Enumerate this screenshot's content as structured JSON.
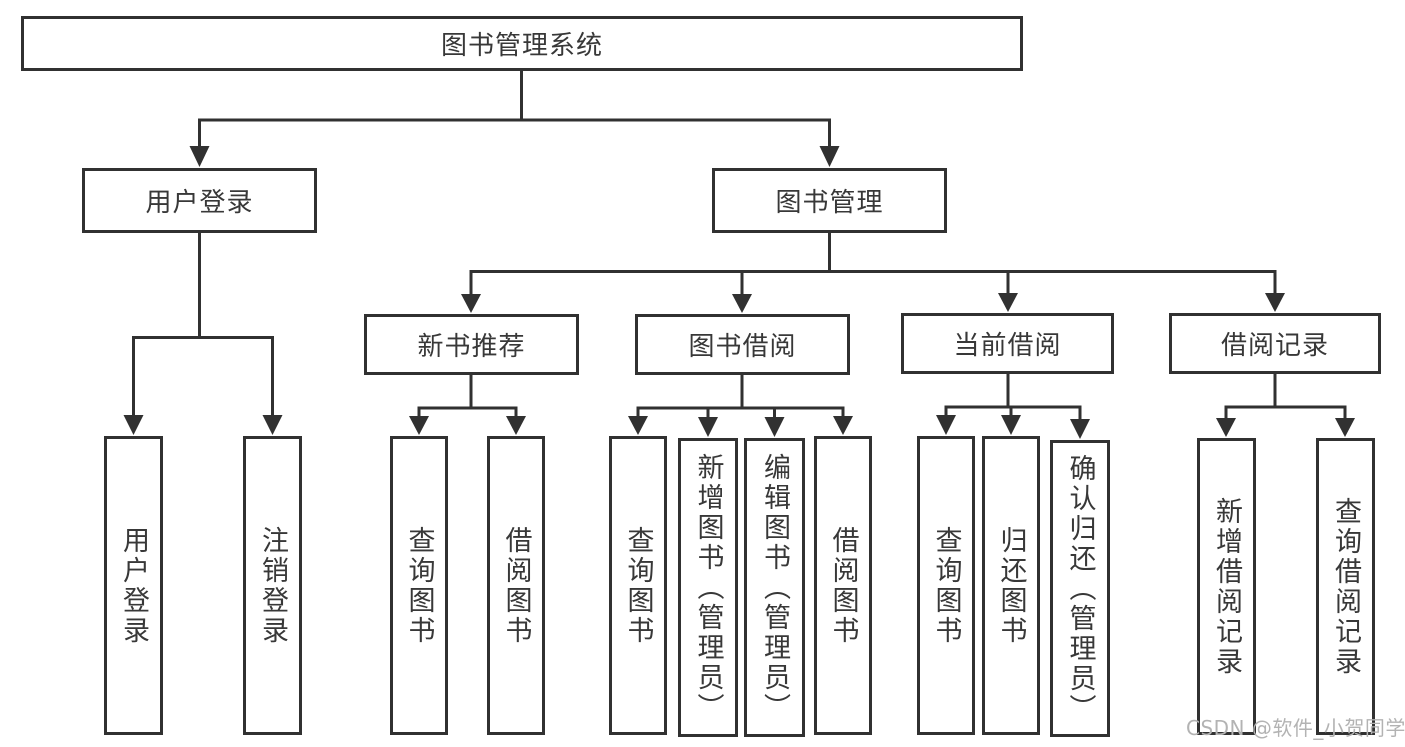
{
  "tree": {
    "root": {
      "label": "图书管理系统"
    },
    "branches": [
      {
        "label": "用户登录",
        "children": [
          {
            "label": "用户登录"
          },
          {
            "label": "注销登录"
          }
        ]
      },
      {
        "label": "图书管理",
        "children": [
          {
            "label": "新书推荐",
            "children": [
              {
                "label": "查询图书"
              },
              {
                "label": "借阅图书"
              }
            ]
          },
          {
            "label": "图书借阅",
            "children": [
              {
                "label": "查询图书"
              },
              {
                "label": "新增图书（管理员）"
              },
              {
                "label": "编辑图书（管理员）"
              },
              {
                "label": "借阅图书"
              }
            ]
          },
          {
            "label": "当前借阅",
            "children": [
              {
                "label": "查询图书"
              },
              {
                "label": "归还图书"
              },
              {
                "label": "确认归还（管理员）"
              }
            ]
          },
          {
            "label": "借阅记录",
            "children": [
              {
                "label": "新增借阅记录"
              },
              {
                "label": "查询借阅记录"
              }
            ]
          }
        ]
      }
    ]
  },
  "watermark": {
    "text": "CSDN @软件_小贺同学"
  },
  "colors": {
    "line": "#313131",
    "node_border": "#313131",
    "node_text": "#383838",
    "watermark_text": "#b3b3b3",
    "background": "#ffffff"
  }
}
